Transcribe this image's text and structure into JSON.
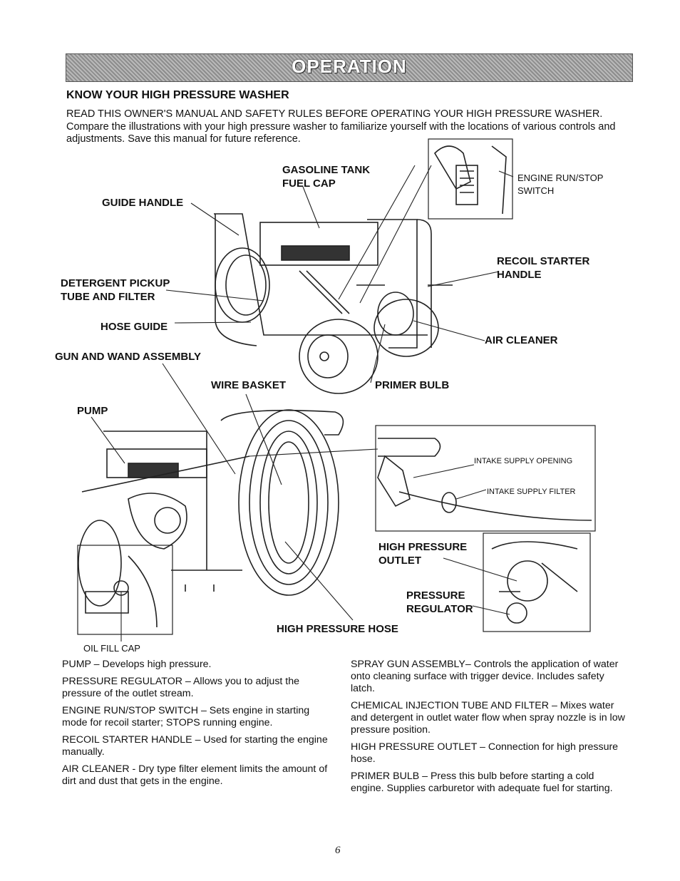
{
  "header": {
    "banner_title": "OPERATION",
    "section_heading": "KNOW YOUR HIGH PRESSURE WASHER",
    "intro_line_1": "READ THIS OWNER'S MANUAL AND SAFETY RULES BEFORE OPERATING YOUR HIGH PRESSURE WASHER.",
    "intro_line_2": "Compare the illustrations with your high pressure washer to familiarize yourself with the locations of various controls and adjustments. Save this manual for future reference."
  },
  "callouts": {
    "gasoline_tank": "GASOLINE TANK\nFUEL CAP",
    "engine_switch": "ENGINE RUN/STOP\nSWITCH",
    "guide_handle": "GUIDE HANDLE",
    "recoil_starter": "RECOIL STARTER\nHANDLE",
    "detergent_pickup": "DETERGENT PICKUP\nTUBE AND FILTER",
    "hose_guide": "HOSE GUIDE",
    "air_cleaner": "AIR CLEANER",
    "gun_wand": "GUN AND WAND ASSEMBLY",
    "wire_basket": "WIRE BASKET",
    "primer_bulb": "PRIMER BULB",
    "pump": "PUMP",
    "intake_supply_opening": "INTAKE SUPPLY OPENING",
    "intake_supply_filter": "INTAKE SUPPLY FILTER",
    "high_pressure_outlet": "HIGH PRESSURE\nOUTLET",
    "pressure_regulator": "PRESSURE\nREGULATOR",
    "high_pressure_hose": "HIGH PRESSURE HOSE",
    "oil_fill_cap": "OIL FILL CAP"
  },
  "descriptions": {
    "left": [
      "PUMP – Develops high pressure.",
      "PRESSURE REGULATOR – Allows you to adjust the pressure of the outlet stream.",
      "ENGINE RUN/STOP SWITCH – Sets engine in starting mode for recoil starter; STOPS running engine.",
      "RECOIL STARTER HANDLE – Used for starting the engine manually.",
      "AIR CLEANER - Dry type filter element limits the amount of dirt and dust that gets in the engine."
    ],
    "right": [
      "SPRAY GUN ASSEMBLY– Controls the application of water onto cleaning surface with trigger device. Includes safety latch.",
      "CHEMICAL INJECTION TUBE AND FILTER – Mixes water and detergent in outlet water flow when spray nozzle is in low pressure position.",
      "HIGH PRESSURE OUTLET – Connection for high pressure hose.",
      "PRIMER BULB – Press this bulb before starting a cold engine. Supplies carburetor with adequate fuel for starting."
    ]
  },
  "footer": {
    "page_number": "6"
  }
}
